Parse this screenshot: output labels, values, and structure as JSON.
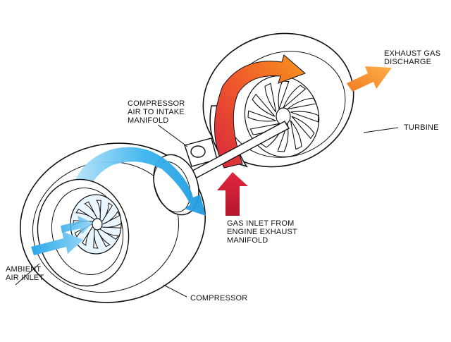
{
  "labels": {
    "exhaust_gas_discharge": [
      "EXHAUST GAS",
      "DISCHARGE"
    ],
    "turbine": "TURBINE",
    "compressor_air_to_intake_manifold": [
      "COMPRESSOR",
      "AIR TO INTAKE",
      "MANIFOLD"
    ],
    "gas_inlet_from_engine_exhaust_manifold": [
      "GAS INLET FROM",
      "ENGINE EXHAUST",
      "MANIFOLD"
    ],
    "ambient_air_inlet": [
      "AMBIENT",
      "AIR INLET"
    ],
    "compressor": "COMPRESSOR"
  },
  "colors": {
    "outline": "#111111",
    "cold_air": "#2aa8e8",
    "cold_air_light": "#bfe6fa",
    "hot_gas_red": "#d7263d",
    "hot_gas_orange": "#f7941d",
    "background": "#ffffff"
  },
  "icons": {
    "inlet_arrow": "blue-arrow",
    "outlet_arrow": "orange-arrow",
    "gas_inlet_arrow": "red-arrow"
  }
}
